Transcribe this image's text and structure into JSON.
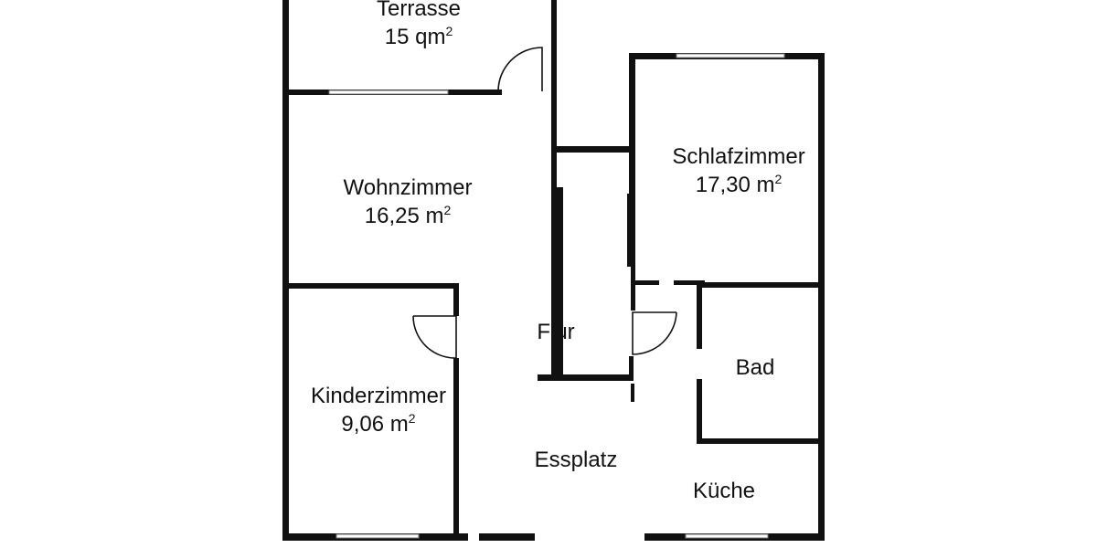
{
  "plan": {
    "rooms": [
      {
        "id": "terrasse",
        "name": "Terrasse",
        "area": "15 qm",
        "unit_sup": "2"
      },
      {
        "id": "wohnzimmer",
        "name": "Wohnzimmer",
        "area": "16,25 m",
        "unit_sup": "2"
      },
      {
        "id": "schlafzimmer",
        "name": "Schlafzimmer",
        "area": "17,30 m",
        "unit_sup": "2"
      },
      {
        "id": "kinderzimmer",
        "name": "Kinderzimmer",
        "area": "9,06 m",
        "unit_sup": "2"
      },
      {
        "id": "flur",
        "name": "Flur"
      },
      {
        "id": "bad",
        "name": "Bad"
      },
      {
        "id": "essplatz",
        "name": "Essplatz"
      },
      {
        "id": "kueche",
        "name": "Küche"
      }
    ],
    "colors": {
      "wall": "#111111",
      "window_frame": "#777777",
      "background": "#ffffff"
    }
  }
}
